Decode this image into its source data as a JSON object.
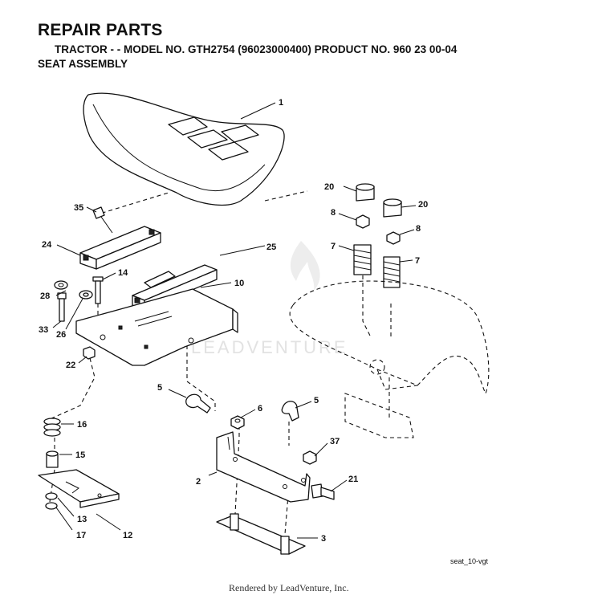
{
  "header": {
    "title": "REPAIR PARTS",
    "subtitle": "TRACTOR - - MODEL NO. GTH2754 (96023000400) PRODUCT NO. 960 23 00-04",
    "section": "SEAT ASSEMBLY"
  },
  "callouts": {
    "c1": "1",
    "c2": "2",
    "c3": "3",
    "c5a": "5",
    "c5b": "5",
    "c6": "6",
    "c7a": "7",
    "c7b": "7",
    "c8a": "8",
    "c8b": "8",
    "c10": "10",
    "c12": "12",
    "c13": "13",
    "c14": "14",
    "c15": "15",
    "c16": "16",
    "c17": "17",
    "c20a": "20",
    "c20b": "20",
    "c21": "21",
    "c22": "22",
    "c24": "24",
    "c25": "25",
    "c26": "26",
    "c28": "28",
    "c33": "33",
    "c35": "35",
    "c37": "37"
  },
  "watermark": "LEADVENTURE",
  "figure_ref": "seat_10-vgt",
  "footer": "Rendered by LeadVenture, Inc.",
  "colors": {
    "ink": "#111111",
    "watermark": "#e2e2e2",
    "background": "#ffffff"
  }
}
